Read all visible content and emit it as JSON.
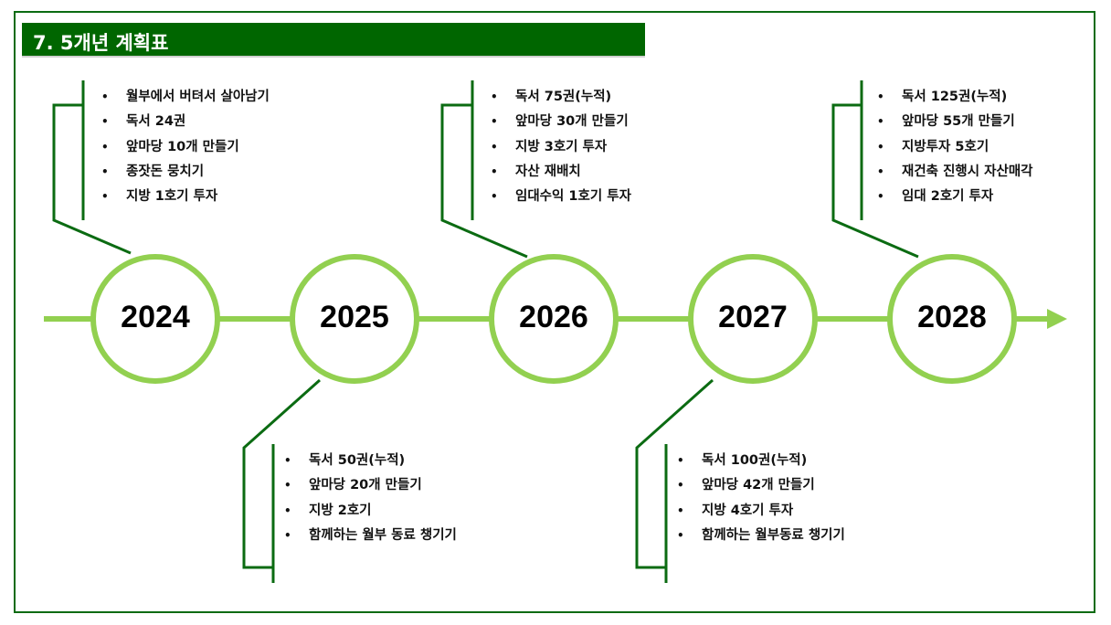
{
  "title": "7. 5개년 계획표",
  "colors": {
    "title_bg": "#006600",
    "timeline": "#92d050",
    "bracket": "#0b6b12"
  },
  "years": [
    {
      "year": "2024",
      "items": [
        "월부에서 버텨서 살아남기",
        "독서 24권",
        "앞마당 10개 만들기",
        "종잣돈 뭉치기",
        "지방 1호기 투자"
      ]
    },
    {
      "year": "2025",
      "items": [
        "독서 50권(누적)",
        "앞마당 20개 만들기",
        "지방 2호기",
        "함께하는 월부 동료 챙기기"
      ]
    },
    {
      "year": "2026",
      "items": [
        "독서 75권(누적)",
        "앞마당 30개 만들기",
        "지방 3호기 투자",
        "자산 재배치",
        "임대수익 1호기 투자"
      ]
    },
    {
      "year": "2027",
      "items": [
        "독서 100권(누적)",
        "앞마당 42개 만들기",
        "지방 4호기 투자",
        "함께하는 월부동료 챙기기"
      ]
    },
    {
      "year": "2028",
      "items": [
        "독서 125권(누적)",
        "앞마당 55개 만들기",
        "지방투자 5호기",
        "재건축 진행시 자산매각",
        "임대 2호기 투자"
      ]
    }
  ]
}
